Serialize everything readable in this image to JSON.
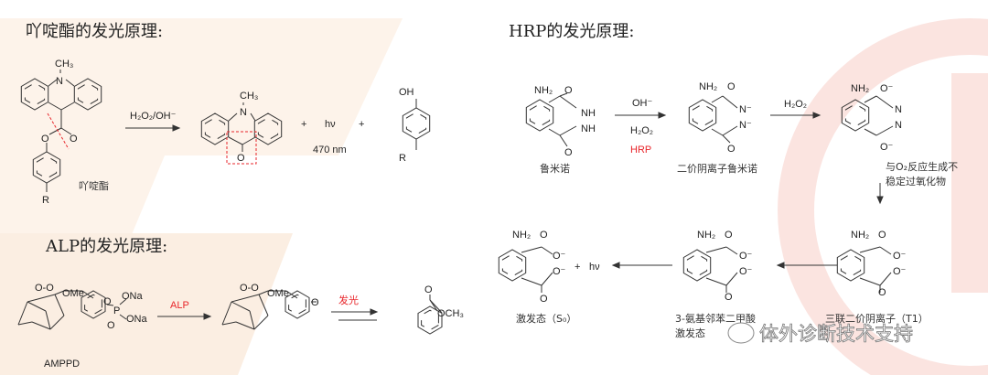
{
  "colors": {
    "accent_red": "#e8262b",
    "bg_peach": "#fdf3ea",
    "bg_pink": "#fbe9e7"
  },
  "acridinium": {
    "title": "吖啶酯的发光原理:",
    "reactant": {
      "ch3": "CH₃",
      "n": "N",
      "o_carbonyl": "O",
      "o_ester": "O",
      "r": "R",
      "name": "吖啶酯"
    },
    "condition": "H₂O₂/OH⁻",
    "product": {
      "ch3": "CH₃",
      "n": "N",
      "o": "O"
    },
    "plus1": "+",
    "hv": "hν",
    "plus2": "+",
    "wavelength": "470 nm",
    "phenol": {
      "oh": "OH",
      "r": "R"
    }
  },
  "hrp": {
    "title": "HRP的发光原理:",
    "luminol": {
      "nh2": "NH₂",
      "o1": "O",
      "nh1": "NH",
      "nh2b": "NH",
      "o2": "O",
      "name": "鲁米诺"
    },
    "step1": {
      "c1": "OH⁻",
      "c2": "H₂O₂",
      "c3": "HRP"
    },
    "dianion": {
      "nh2": "NH₂",
      "o1": "O",
      "n1": "N⁻",
      "n2": "N⁻",
      "o2": "O",
      "name": "二价阴离子鲁米诺"
    },
    "step2": {
      "c1": "H₂O₂"
    },
    "diaza": {
      "nh2": "NH₂",
      "o1": "O⁻",
      "n1": "N",
      "n2": "N",
      "o2": "O⁻"
    },
    "step3": {
      "line1": "与O₂反应生成不",
      "line2": "稳定过氧化物"
    },
    "triplet": {
      "nh2": "NH₂",
      "o1": "O",
      "o1m": "O⁻",
      "o2m": "O⁻",
      "o2": "O",
      "name": "三联二价阴离子（T1）"
    },
    "excited": {
      "nh2": "NH₂",
      "o1": "O",
      "o1m": "O⁻",
      "o2m": "O⁻",
      "o2": "O",
      "line1": "3-氨基邻苯二甲酸",
      "line2": "激发态"
    },
    "ground": {
      "nh2": "NH₂",
      "o1": "O",
      "o1m": "O⁻",
      "o2m": "O⁻",
      "o2": "O",
      "plus": "+",
      "hv": "hν",
      "name": "激发态（S₀）"
    }
  },
  "alp": {
    "title": "ALP的发光原理:",
    "ampdd": {
      "oo": "O-O",
      "ome": "OMe",
      "o": "O",
      "p": "P",
      "ona1": "ONa",
      "ona2": "ONa",
      "o_p": "O",
      "name": "AMPPD"
    },
    "enzyme": "ALP",
    "intermediate": {
      "oo": "O-O",
      "ome": "OMe",
      "o": "O"
    },
    "emit": "发光",
    "product": {
      "o": "O",
      "och3": "OCH₃"
    }
  },
  "watermark": "体外诊断技术支持"
}
